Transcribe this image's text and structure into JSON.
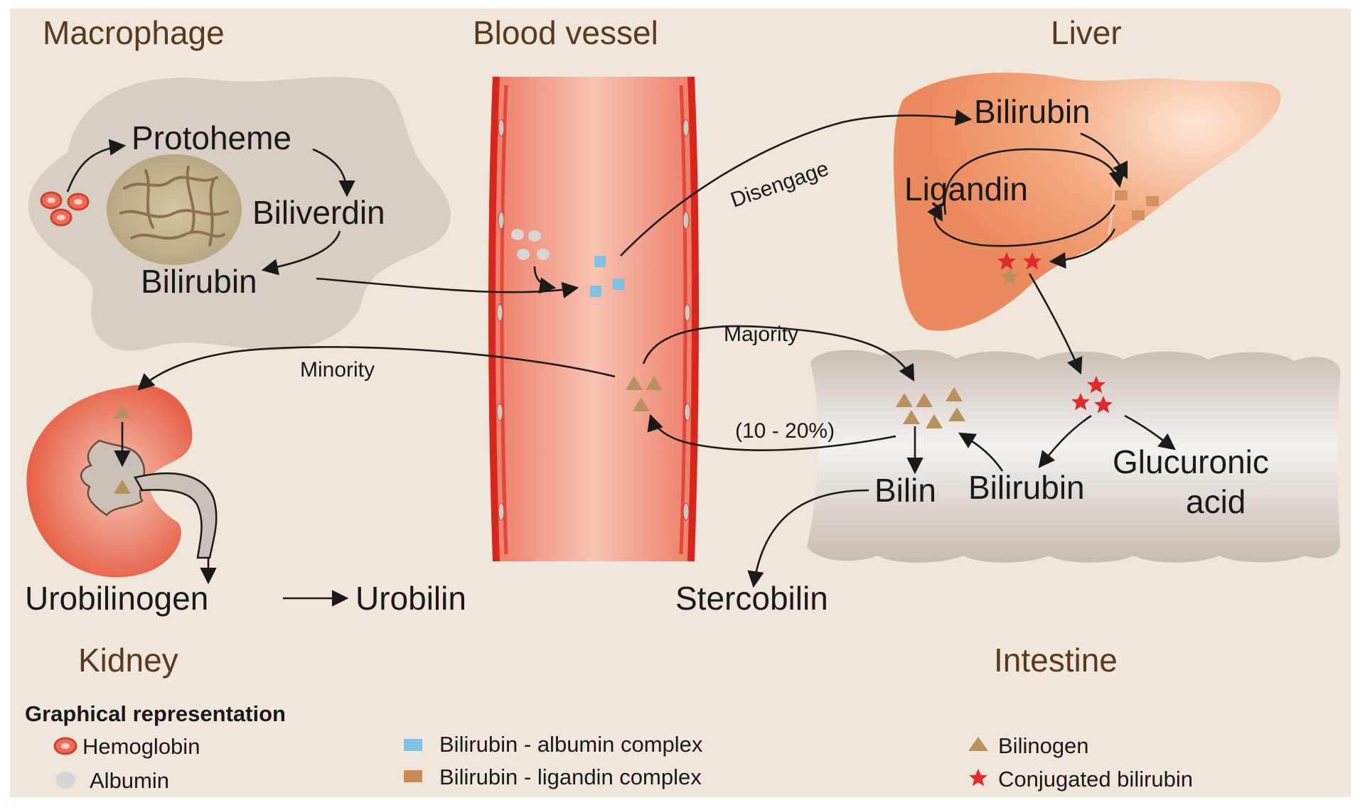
{
  "colors": {
    "background": "#efe6dc",
    "macrophage": "#d6cdc3",
    "vessel": "#e8604a",
    "vessel_light": "#f6b7a8",
    "liver": "#f09a70",
    "kidney": "#e86a4c",
    "intestine": "#cfcac6",
    "albumin_complex": "#7ec3e6",
    "ligandin_complex": "#c98a55",
    "bilinogen": "#b8925a",
    "conjugated": "#e02a2a",
    "hemoglobin": "#f06a55",
    "albumin": "#d2d2d2"
  },
  "sections": {
    "macrophage": "Macrophage",
    "blood_vessel": "Blood vessel",
    "liver": "Liver",
    "kidney": "Kidney",
    "intestine": "Intestine"
  },
  "macrophage": {
    "protoheme": "Protoheme",
    "biliverdin": "Biliverdin",
    "bilirubin": "Bilirubin"
  },
  "liver": {
    "bilirubin": "Bilirubin",
    "ligandin": "Ligandin"
  },
  "flows": {
    "disengage": "Disengage",
    "majority": "Majority",
    "minority": "Minority",
    "percent": "(10 - 20%)"
  },
  "intestine": {
    "bilin": "Bilin",
    "bilirubin": "Bilirubin",
    "glucuronic_line1": "Glucuronic",
    "glucuronic_line2": "acid"
  },
  "bottom": {
    "urobilinogen": "Urobilinogen",
    "urobilin": "Urobilin",
    "stercobilin": "Stercobilin"
  },
  "legend": {
    "heading": "Graphical representation",
    "hemoglobin": "Hemoglobin",
    "albumin": "Albumin",
    "albumin_complex": "Bilirubin - albumin complex",
    "ligandin_complex": "Bilirubin - ligandin complex",
    "bilinogen": "Bilinogen",
    "conjugated": "Conjugated bilirubin"
  }
}
